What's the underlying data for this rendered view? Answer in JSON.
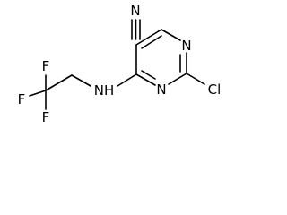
{
  "molecule": {
    "atoms": {
      "nitrile_n": "N",
      "ring_n1": "N",
      "ring_n3": "N",
      "chlorine": "Cl",
      "amine": "NH",
      "fluorine_top": "F",
      "fluorine_left": "F",
      "fluorine_bottom": "F"
    }
  }
}
